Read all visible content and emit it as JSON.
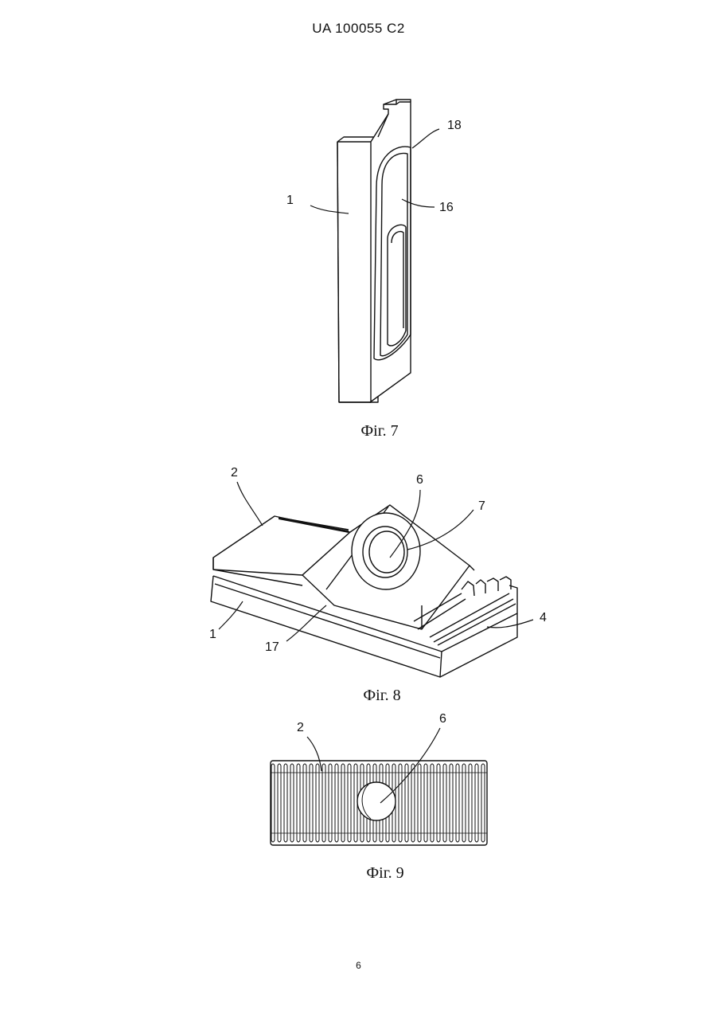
{
  "header": {
    "doc_id": "UA   100055   C2"
  },
  "figures": [
    {
      "caption": "Фіг. 7",
      "refs": [
        "18",
        "1",
        "16"
      ]
    },
    {
      "caption": "Фіг. 8",
      "refs": [
        "2",
        "6",
        "7",
        "1",
        "17",
        "4"
      ]
    },
    {
      "caption": "Фіг. 9",
      "refs": [
        "2",
        "6"
      ]
    }
  ],
  "footer": {
    "page_number": "6"
  }
}
